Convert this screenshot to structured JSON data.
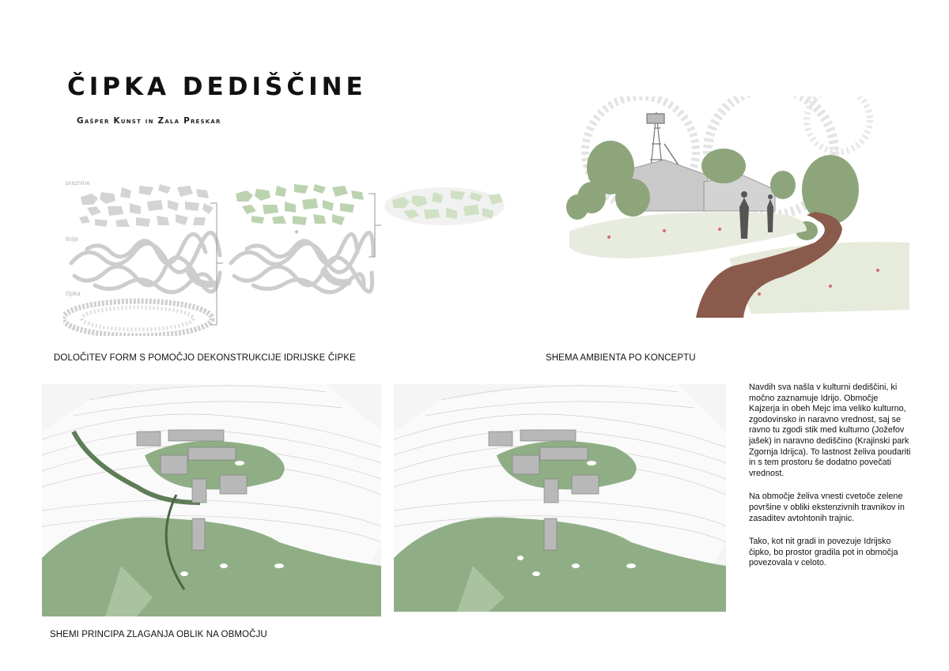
{
  "header": {
    "title": "ČIPKA DEDIŠČINE",
    "authors": "Gašper Kunst in Zala Preskar"
  },
  "diagram": {
    "layer_labels": [
      "praznine",
      "linije",
      "čipka"
    ],
    "plus_sign": "+",
    "caption": "DOLOČITEV FORM S POMOČJO DEKONSTRUKCIJE IDRIJSKE ČIPKE"
  },
  "ambience": {
    "caption": "SHEMA AMBIENTA PO KONCEPTU"
  },
  "models": {
    "caption": "SHEMI PRINCIPA ZLAGANJA OBLIK NA OBMOČJU"
  },
  "text": {
    "paragraphs": [
      "Navdih sva našla v kulturni dediščini, ki močno zaznamuje Idrijo. Območje Kajzerja in obeh Mejc ima veliko kulturno, zgodovinsko in naravno vrednost, saj se ravno tu zgodi stik med kulturno (Jožefov jašek) in naravno dediščino (Krajinski park Zgornja Idrijca). To lastnost želiva poudariti in s tem prostoru še dodatno povečati vrednost.",
      "Na območje želiva vnesti cvetoče zelene površine v obliki ekstenzivnih travnikov in zasaditev avtohtonih trajnic.",
      "Tako, kot nit gradi in povezuje Idrijsko čipko, bo prostor gradila pot in območja povezovala v celoto."
    ]
  },
  "colors": {
    "model_green": "#8fae86",
    "contour_gray": "#cfcfcf",
    "path_brown": "#8a5a4c"
  }
}
